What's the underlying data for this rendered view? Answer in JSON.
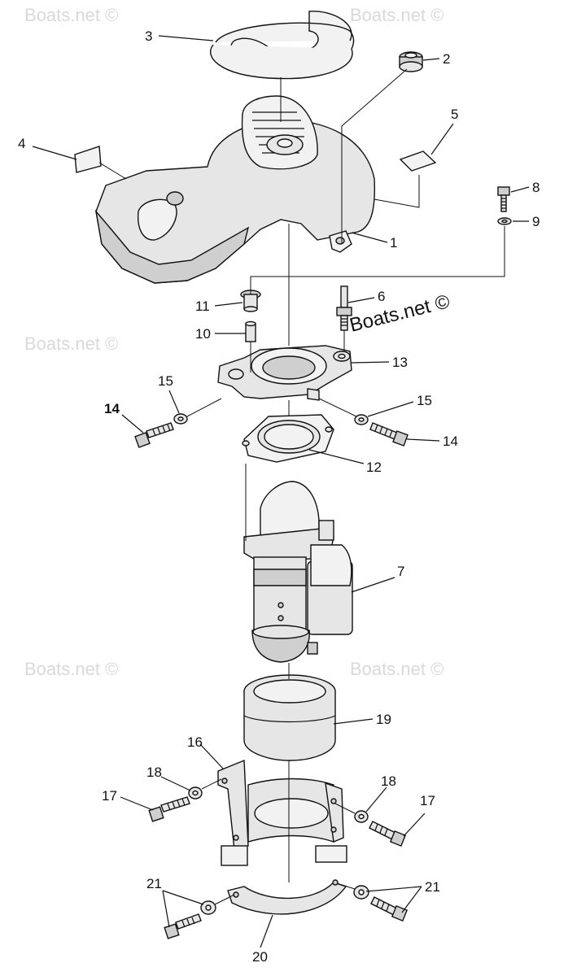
{
  "watermarks": {
    "text": "Boats.net ©",
    "main_text": "Boats.net ©"
  },
  "callouts": [
    {
      "id": "c1",
      "label": "1"
    },
    {
      "id": "c2",
      "label": "2"
    },
    {
      "id": "c3",
      "label": "3"
    },
    {
      "id": "c4",
      "label": "4"
    },
    {
      "id": "c5",
      "label": "5"
    },
    {
      "id": "c6",
      "label": "6"
    },
    {
      "id": "c7",
      "label": "7"
    },
    {
      "id": "c8",
      "label": "8"
    },
    {
      "id": "c9",
      "label": "9"
    },
    {
      "id": "c10",
      "label": "10"
    },
    {
      "id": "c11",
      "label": "11"
    },
    {
      "id": "c12",
      "label": "12"
    },
    {
      "id": "c13",
      "label": "13"
    },
    {
      "id": "c14a",
      "label": "14"
    },
    {
      "id": "c14b",
      "label": "14"
    },
    {
      "id": "c15a",
      "label": "15"
    },
    {
      "id": "c15b",
      "label": "15"
    },
    {
      "id": "c16",
      "label": "16"
    },
    {
      "id": "c17a",
      "label": "17"
    },
    {
      "id": "c17b",
      "label": "17"
    },
    {
      "id": "c18a",
      "label": "18"
    },
    {
      "id": "c18b",
      "label": "18"
    },
    {
      "id": "c19",
      "label": "19"
    },
    {
      "id": "c20",
      "label": "20"
    },
    {
      "id": "c21a",
      "label": "21"
    },
    {
      "id": "c21b",
      "label": "21"
    }
  ]
}
